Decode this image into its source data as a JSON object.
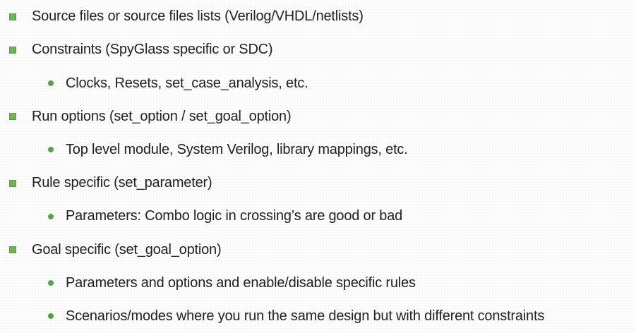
{
  "page": {
    "background_color": "#fdfdfd",
    "text_color": "#212121",
    "bullet_square_color": "#6fb25a",
    "bullet_dot_color": "#57a04d"
  },
  "list": {
    "items": [
      {
        "level": 1,
        "bullet_icon": "square-bullet-icon",
        "text": "Source files or source files lists (Verilog/VHDL/netlists)"
      },
      {
        "level": 1,
        "bullet_icon": "square-bullet-icon",
        "text": "Constraints (SpyGlass specific or SDC)"
      },
      {
        "level": 2,
        "bullet_icon": "dot-bullet-icon",
        "text": "Clocks, Resets, set_case_analysis, etc."
      },
      {
        "level": 1,
        "bullet_icon": "square-bullet-icon",
        "text": "Run options (set_option / set_goal_option)"
      },
      {
        "level": 2,
        "bullet_icon": "dot-bullet-icon",
        "text": "Top level module, System Verilog, library mappings, etc."
      },
      {
        "level": 1,
        "bullet_icon": "square-bullet-icon",
        "text": "Rule specific (set_parameter)"
      },
      {
        "level": 2,
        "bullet_icon": "dot-bullet-icon",
        "text": "Parameters: Combo logic in crossing’s are good or bad"
      },
      {
        "level": 1,
        "bullet_icon": "square-bullet-icon",
        "text": "Goal specific (set_goal_option)"
      },
      {
        "level": 2,
        "bullet_icon": "dot-bullet-icon",
        "text": "Parameters and options and enable/disable specific rules"
      },
      {
        "level": 2,
        "bullet_icon": "dot-bullet-icon",
        "text": "Scenarios/modes where you run the same design but with different constraints"
      }
    ]
  }
}
